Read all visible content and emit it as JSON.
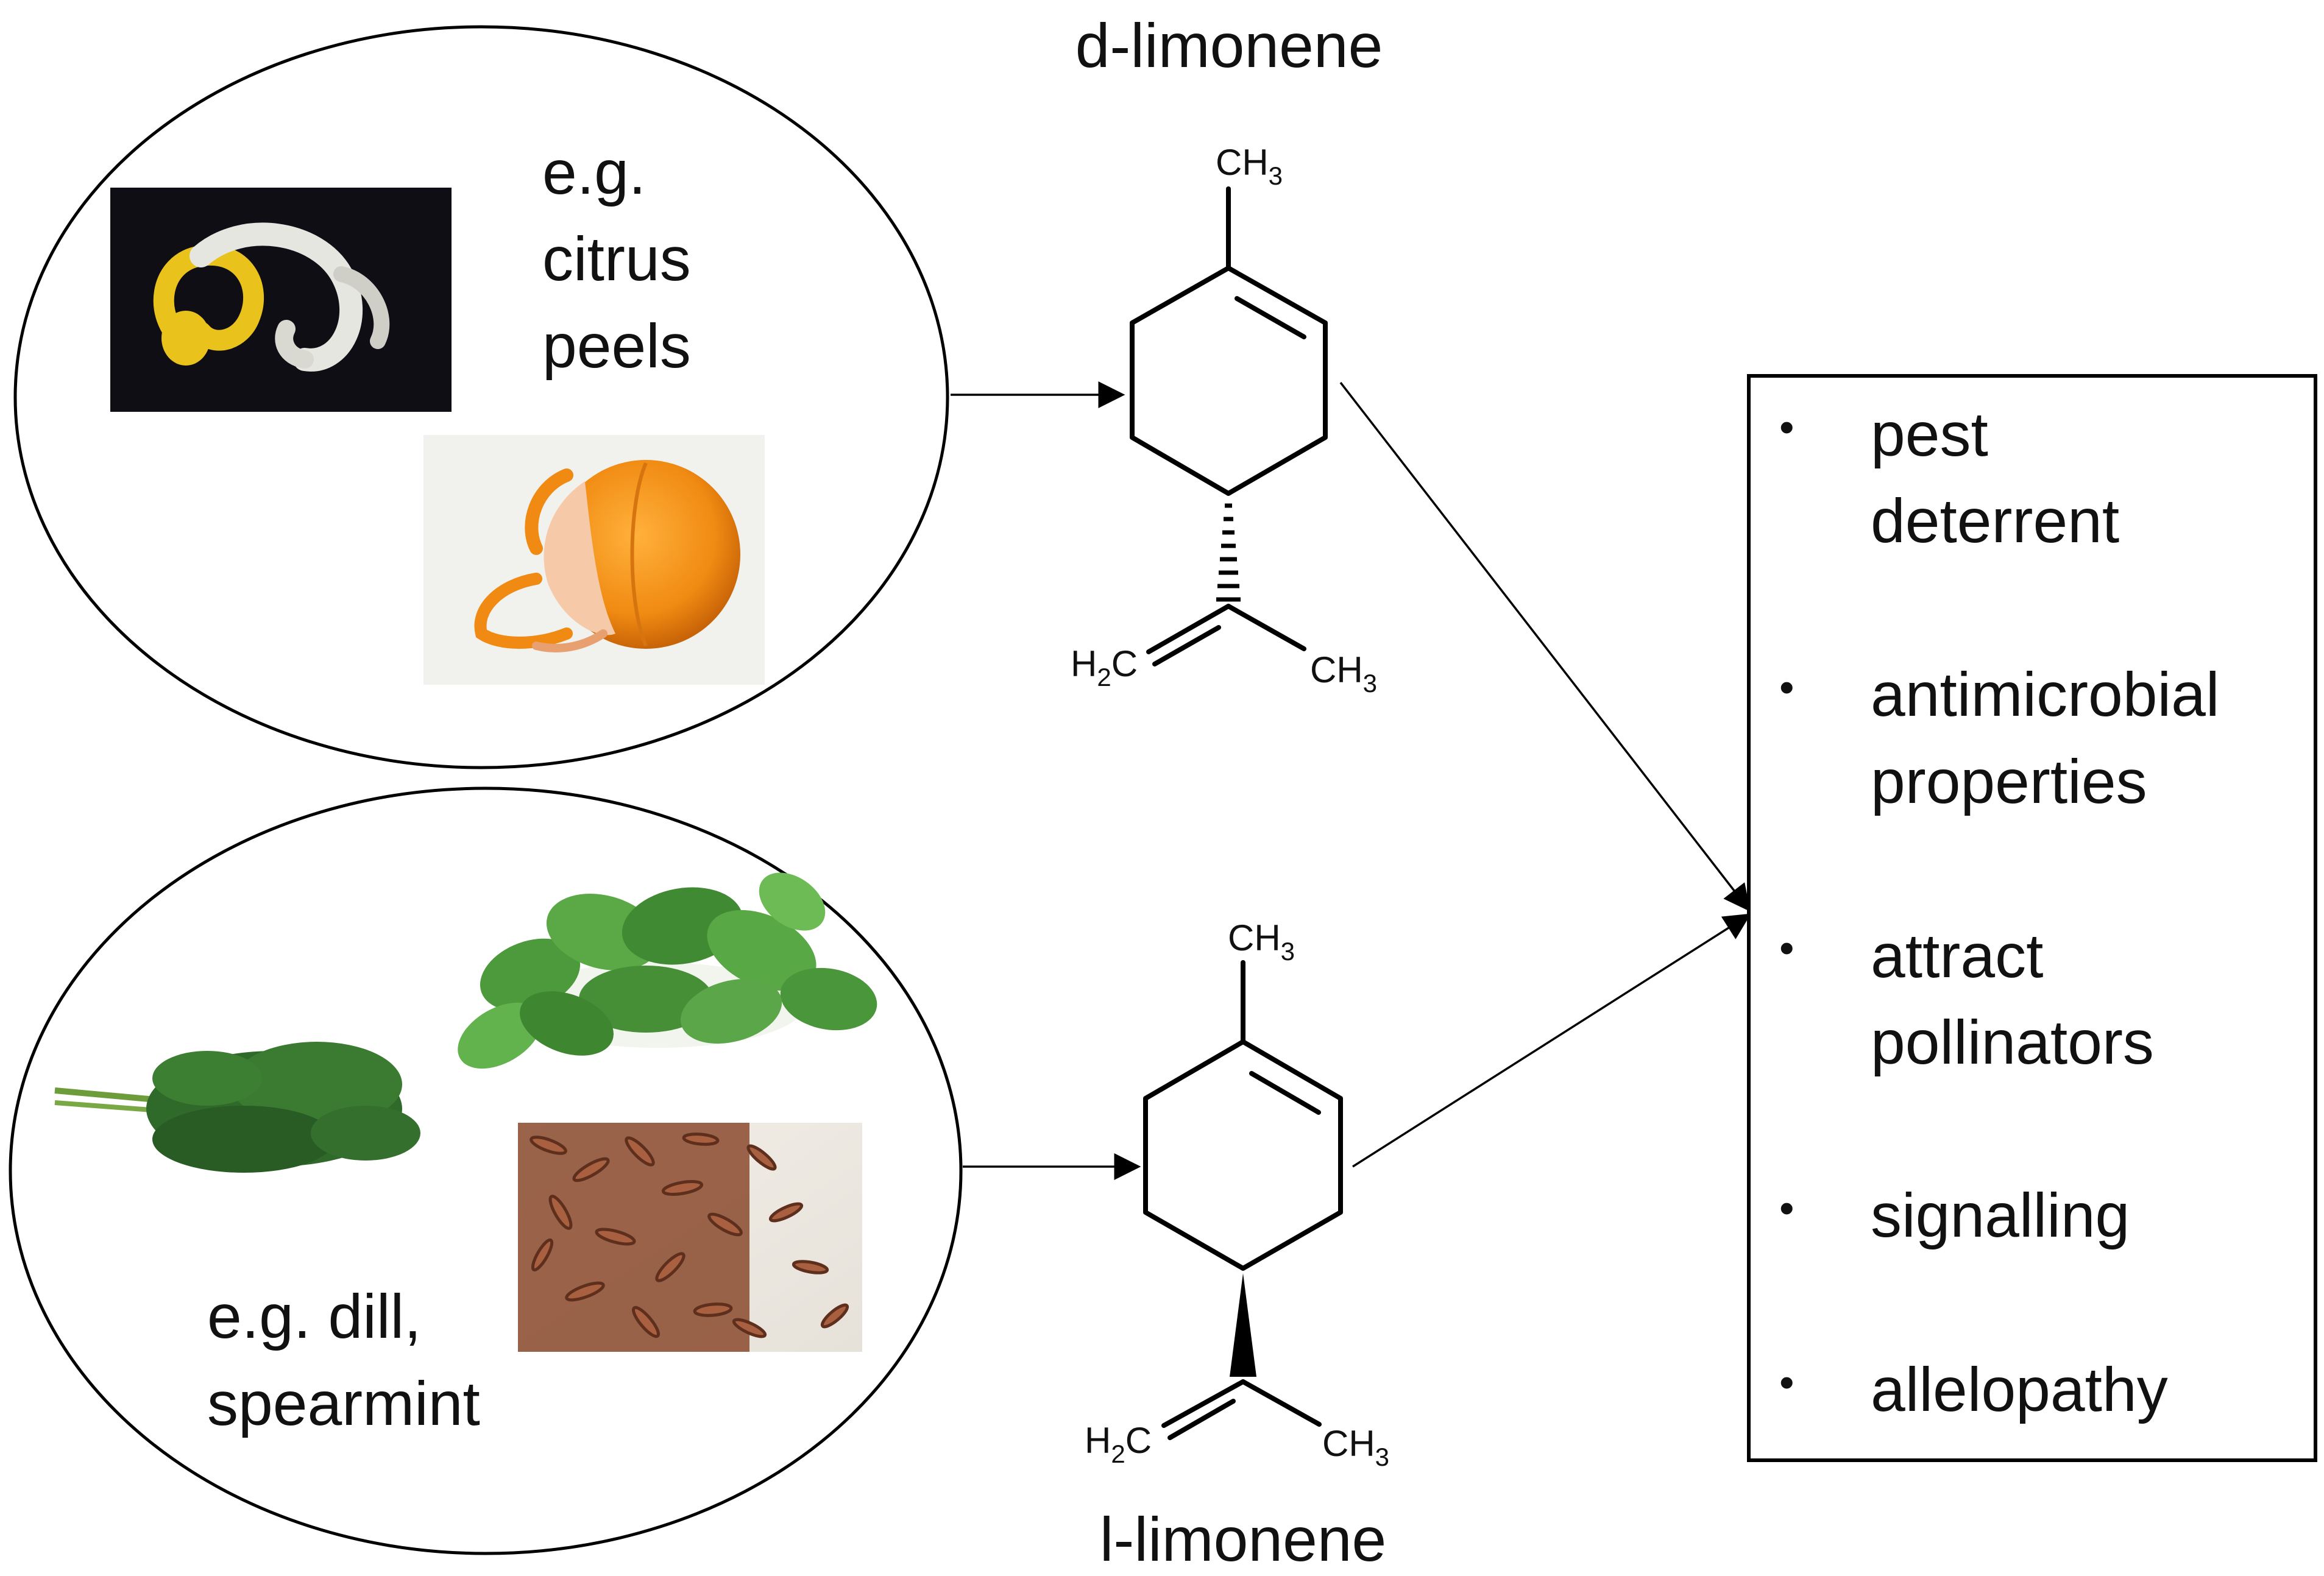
{
  "top_compound": {
    "name": "d-limonene",
    "methyl": "CH",
    "methyl_sub": "3",
    "left_group": "H",
    "left_group_sub": "2",
    "left_group_end": "C",
    "right_group": "CH",
    "right_group_sub": "3"
  },
  "bottom_compound": {
    "name": "l-limonene",
    "methyl": "CH",
    "methyl_sub": "3",
    "left_group": "H",
    "left_group_sub": "2",
    "left_group_end": "C",
    "right_group": "CH",
    "right_group_sub": "3"
  },
  "top_source": {
    "lines": [
      "e.g.",
      "citrus",
      "peels"
    ],
    "images": [
      "lemon-peel-photo",
      "peeled-orange-photo"
    ]
  },
  "bottom_source": {
    "lines": [
      "e.g. dill,",
      "spearmint"
    ],
    "images": [
      "spearmint-photo",
      "dill-photo",
      "caraway-seeds-photo"
    ]
  },
  "roles": {
    "items": [
      [
        "pest",
        "deterrent"
      ],
      [
        "antimicrobial",
        "properties"
      ],
      [
        "attract",
        "pollinators"
      ],
      [
        "signalling"
      ],
      [
        "allelopathy"
      ]
    ],
    "bullet": "•"
  },
  "colors": {
    "lemon": "#e9c21c",
    "orange": "#f08a12",
    "mint": "#4c9a3c",
    "dill": "#2f6a2a",
    "seed": "#8a4a2e",
    "photo_dark_bg": "#0e0e14"
  }
}
